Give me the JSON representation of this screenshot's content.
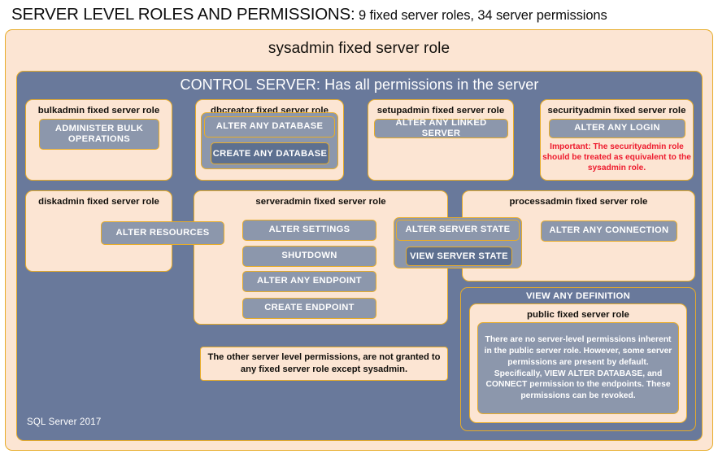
{
  "title": {
    "main": "SERVER LEVEL ROLES AND PERMISSIONS:",
    "sub": " 9 fixed server roles, 34 server permissions"
  },
  "sysadmin": {
    "label": "sysadmin  fixed  server  role"
  },
  "control_server": {
    "label": "CONTROL SERVER: Has all permissions in the server"
  },
  "roles": {
    "bulkadmin": {
      "label": "bulkadmin  fixed server role",
      "permissions": [
        "ADMINISTER  BULK OPERATIONS"
      ]
    },
    "dbcreator": {
      "label": "dbcreator fixed server role",
      "permissions": [
        "ALTER ANY DATABASE",
        "CREATE  ANY DATABASE"
      ]
    },
    "setupadmin": {
      "label": "setupadmin fixed server role",
      "permissions": [
        "ALTER ANY LINKED SERVER"
      ]
    },
    "securityadmin": {
      "label": "securityadmin  fixed server role",
      "permissions": [
        "ALTER ANY LOGIN"
      ],
      "note": "Important:  The securityadmin role should  be treated as equivalent to the  sysadmin role."
    },
    "diskadmin": {
      "label": "diskadmin  fixed server role",
      "permissions": [
        "ALTER RESOURCES"
      ]
    },
    "serveradmin": {
      "label": "serveradmin fixed server role",
      "permissions": [
        "ALTER SETTINGS",
        "SHUTDOWN",
        "ALTER ANY ENDPOINT",
        "CREATE  ENDPOINT",
        "ALTER SERVER  STATE",
        "VIEW SERVER  STATE"
      ]
    },
    "processadmin": {
      "label": "processadmin  fixed server role",
      "permissions": [
        "ALTER ANY CONNECTION"
      ]
    },
    "public": {
      "view_any_definition": "VIEW ANY DEFINITION",
      "label": "public  fixed server role",
      "description": "There are no server-level permissions inherent in the public server role. However, some server permissions are present by default. Specifically, VIEW ALTER DATABASE, and CONNECT permission to the endpoints. These permissions can be revoked."
    }
  },
  "notes": {
    "other_permissions": "The other server level permissions,  are not granted to any fixed server role except sysadmin."
  },
  "footer": {
    "label": "SQL Server 2017"
  },
  "colors": {
    "cream": "#fce5d3",
    "gold_border": "#e7ac29",
    "navy": "#69799b",
    "permission_fill": "#8c97ac",
    "permission_fill_dark": "#5d7090",
    "warning_red": "#ee1b2e",
    "text_dark": "#12100c",
    "text_light": "#ffffff"
  }
}
